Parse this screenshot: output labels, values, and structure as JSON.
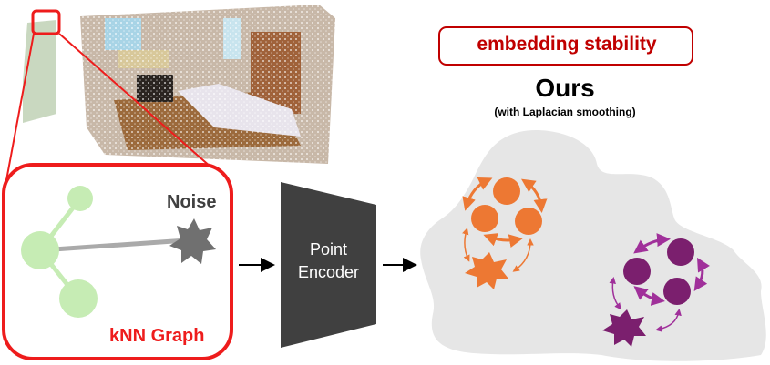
{
  "left_panel": {
    "noise_label": "Noise",
    "graph_label": "kNN Graph"
  },
  "encoder": {
    "line1": "Point",
    "line2": "Encoder"
  },
  "right_panel": {
    "badge": "embedding stability",
    "title": "Ours",
    "subtitle": "(with Laplacian smoothing)"
  },
  "colors": {
    "red": "#ee1c1c",
    "dark_red": "#c00000",
    "green_node": "#c6ecb4",
    "gray_noise": "#707070",
    "encoder": "#404040",
    "orange": "#ed7833",
    "purple": "#7b1f6e",
    "purple_arrow": "#a0309a",
    "blob": "#e6e6e6"
  }
}
